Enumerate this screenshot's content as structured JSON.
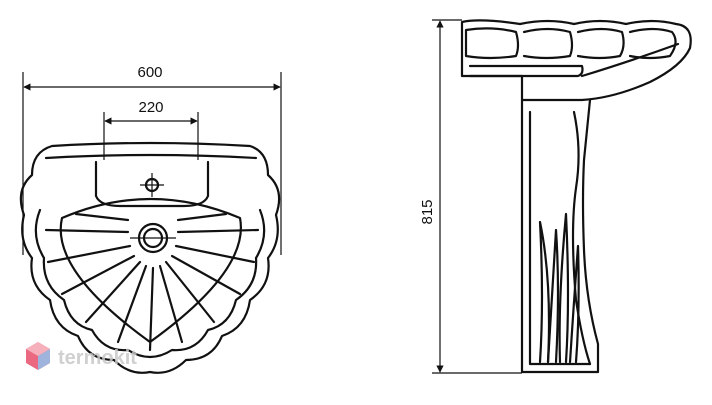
{
  "dimensions": {
    "width_label": "600",
    "hole_spacing_label": "220",
    "height_label": "815"
  },
  "watermark": {
    "text": "termokit",
    "colors": [
      "#e8506a",
      "#8fa8d8",
      "#c8c8c8"
    ]
  },
  "colors": {
    "line": "#111111",
    "background": "#ffffff"
  }
}
